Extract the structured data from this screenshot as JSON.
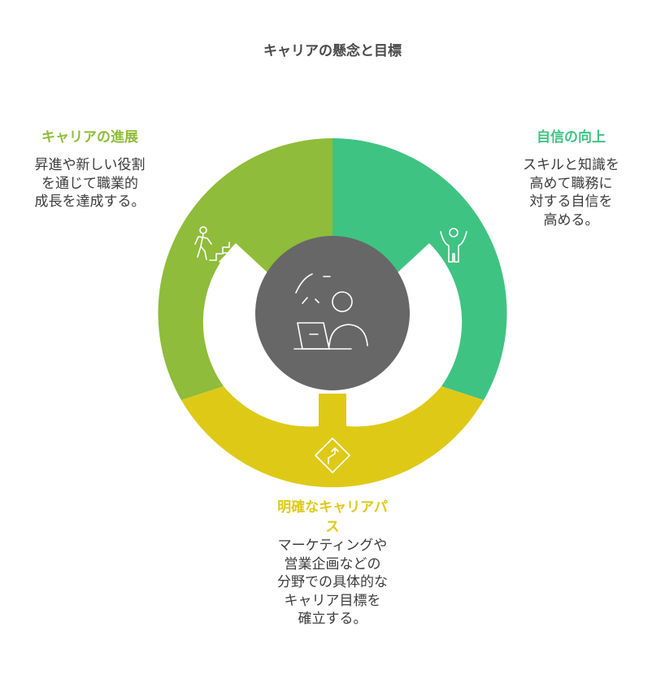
{
  "title": "キャリアの懸念と目標",
  "segments": [
    {
      "key": "progress",
      "title": "キャリアの進展",
      "desc_lines": [
        "昇進や新しい役割",
        "を通じて職業的",
        "成長を達成する。"
      ],
      "color": "#8fbc3a"
    },
    {
      "key": "confidence",
      "title": "自信の向上",
      "desc_lines": [
        "スキルと知識を",
        "高めて職務に",
        "対する自信を",
        "高める。"
      ],
      "color": "#3fc382"
    },
    {
      "key": "path",
      "title_lines": [
        "明確なキャリアパ",
        "ス"
      ],
      "desc_lines": [
        "マーケティングや",
        "営業企画などの",
        "分野での具体的な",
        "キャリア目標を",
        "確立する。"
      ],
      "color": "#dfc917"
    }
  ],
  "center": {
    "color": "#676767",
    "icon": "person-laptop-thinking-icon"
  },
  "icons": {
    "progress": "person-climbing-stairs-icon",
    "confidence": "person-arms-raised-icon",
    "path": "direction-sign-icon"
  }
}
